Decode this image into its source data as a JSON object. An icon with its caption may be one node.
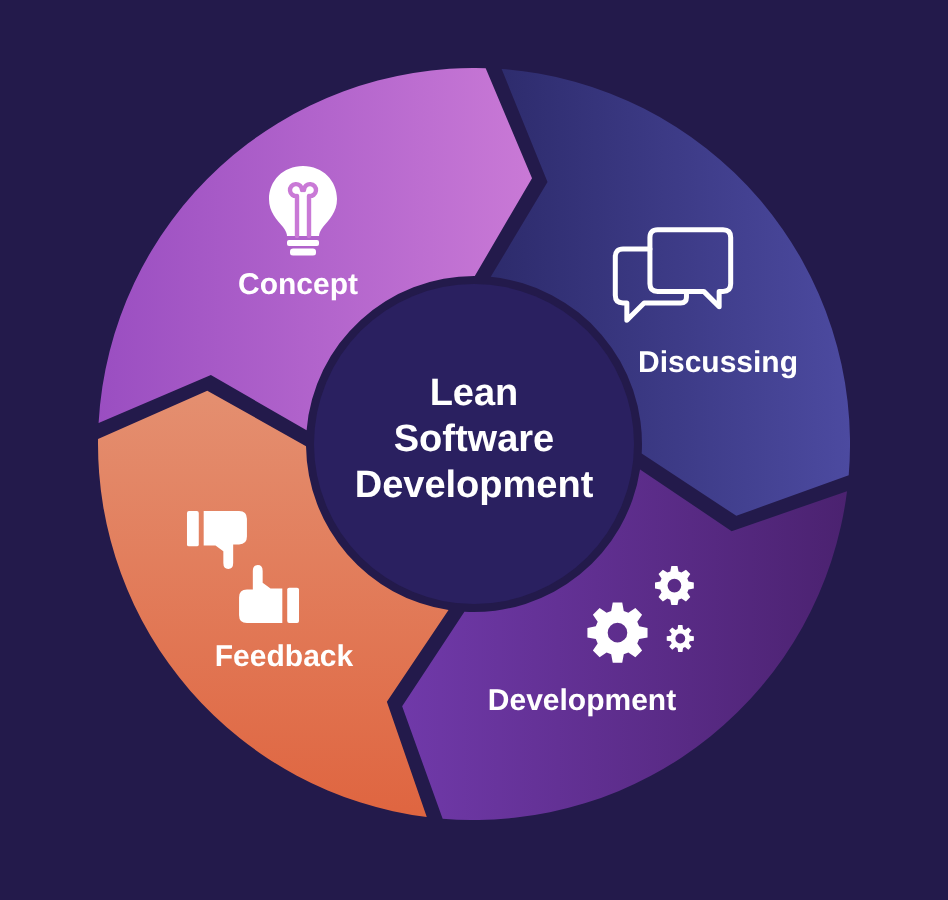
{
  "diagram": {
    "nodes": [
      {
        "text": [
          "Concept"
        ]
      },
      {
        "text": [
          "Discussing"
        ]
      },
      {
        "text": [
          "Lean Software Development"
        ]
      },
      {
        "text": [
          "Feedback"
        ]
      },
      {
        "text": [
          "Development"
        ]
      }
    ]
  }
}
